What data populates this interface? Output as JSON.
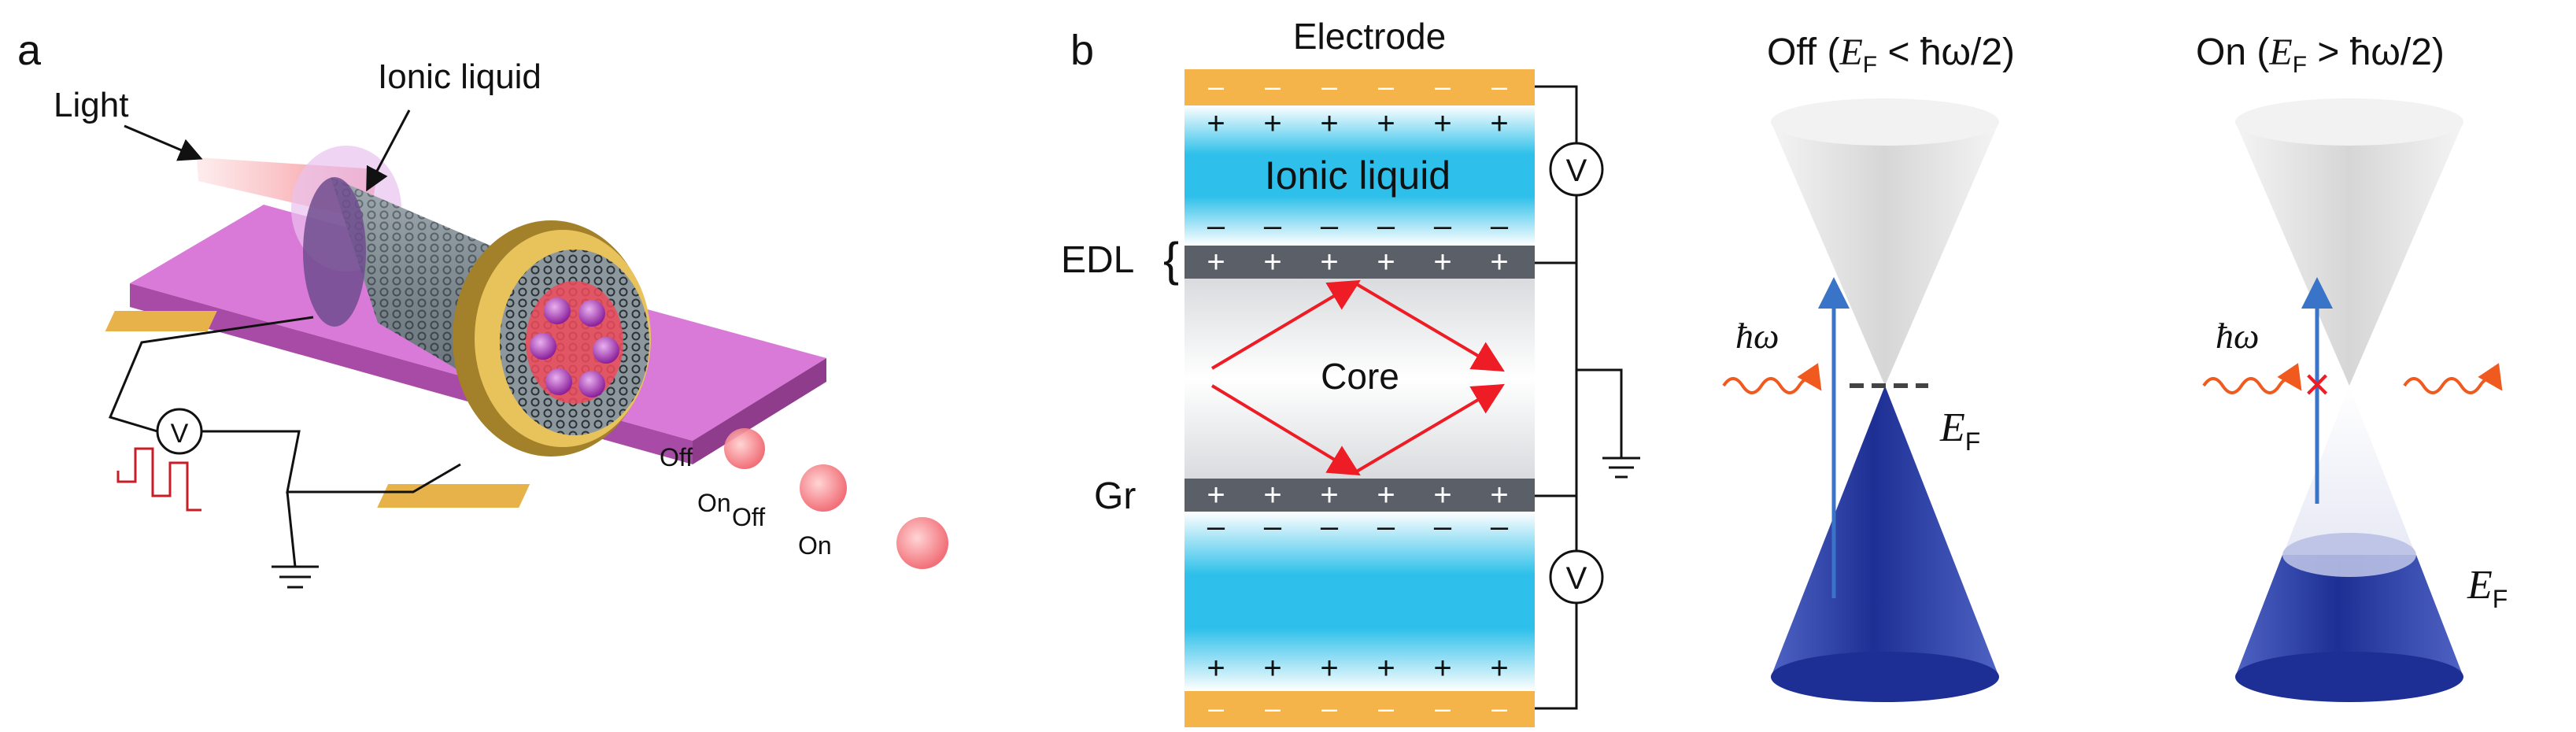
{
  "panel_a": {
    "panel_label": "a",
    "light_label": "Light",
    "ionic_liquid_label": "Ionic liquid",
    "voltmeter_symbol": "V",
    "pulse_labels": [
      "Off",
      "On",
      "Off",
      "On"
    ]
  },
  "panel_b": {
    "panel_label": "b",
    "electrode_label": "Electrode",
    "ionic_liquid_label": "Ionic liquid",
    "edl_label": "EDL",
    "core_label": "Core",
    "gr_label": "Gr",
    "voltmeter_symbol": "V",
    "plus_sign": "+",
    "minus_sign": "–"
  },
  "panel_c": {
    "off_state_title": "Off (E_F < ħω/2)",
    "off_prefix": "Off (",
    "on_prefix": "On (",
    "e_symbol": "E",
    "f_subscript": "F",
    "off_condition": " < ħω/2)",
    "on_condition": " > ħω/2)",
    "photon_label": "ħω",
    "blocked_marker": "×"
  },
  "colors": {
    "electrode": "#f5b44a",
    "ionic_liquid": "#2ec0ea",
    "graphene": "#5b6068",
    "rays": "#ee1c24",
    "cone_fill": "#2a3fa8",
    "substrate": "#d97ad8"
  }
}
